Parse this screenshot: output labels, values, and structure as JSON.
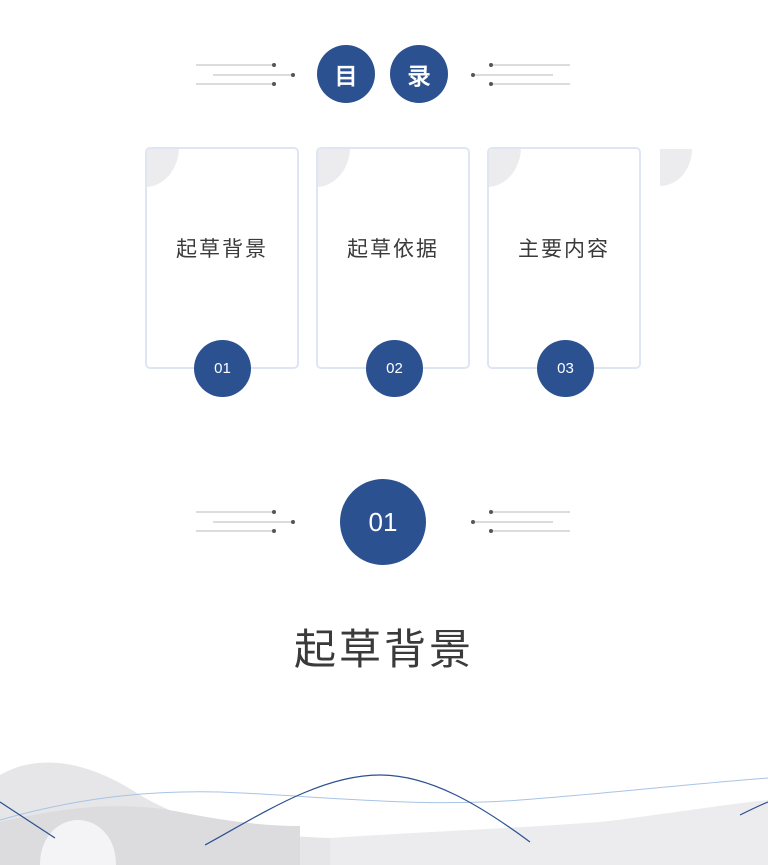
{
  "toc": {
    "title_chars": [
      "目",
      "录"
    ],
    "items": [
      {
        "label": "起草背景",
        "number": "01"
      },
      {
        "label": "起草依据",
        "number": "02"
      },
      {
        "label": "主要内容",
        "number": "03"
      }
    ]
  },
  "section": {
    "number": "01",
    "title": "起草背景"
  },
  "colors": {
    "accent": "#2b5191",
    "card_border": "#dfe6f3",
    "corner_grey": "#ececef",
    "text": "#3a3a3a",
    "wave_light": "#e6e6e8",
    "wave_line_light": "#a9c3e6"
  }
}
